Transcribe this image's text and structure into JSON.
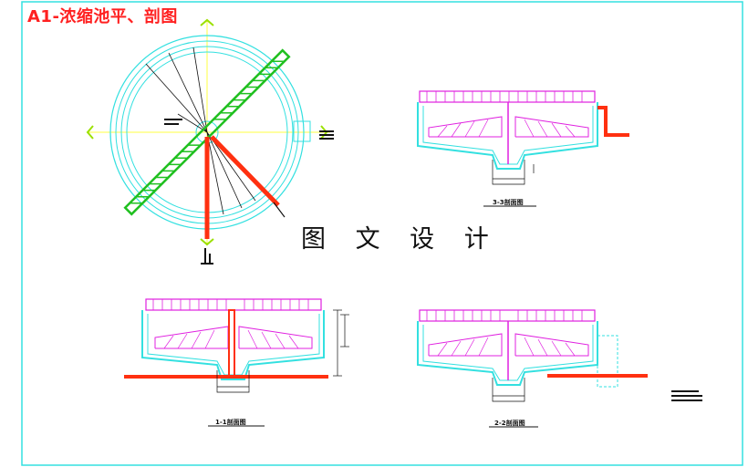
{
  "drawing": {
    "title": "A1-浓缩池平、剖图",
    "watermark": "图 文 设 计"
  },
  "sections": {
    "section_3_3": {
      "caption": "3-3剖面图"
    },
    "section_1_1": {
      "caption": "1-1剖面图"
    },
    "section_2_2": {
      "caption": "2-2剖面图"
    }
  },
  "colors": {
    "frame": "#33e0e0",
    "truss": "#e020e0",
    "bridge": "#20c020",
    "pipe": "#ff3010",
    "axis": "#ffff40",
    "dim": "#111111"
  }
}
